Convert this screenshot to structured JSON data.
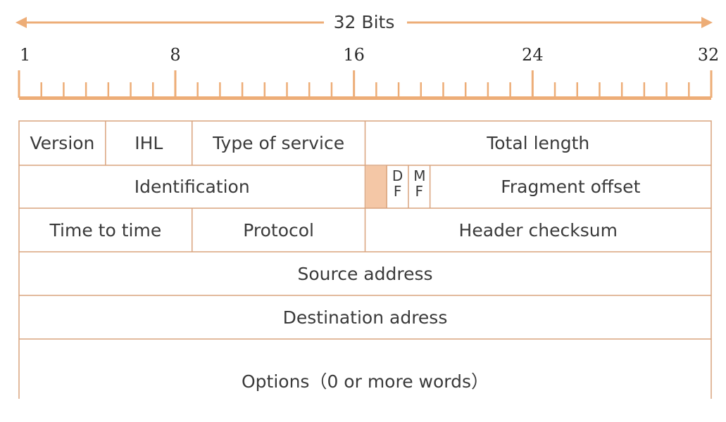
{
  "colors": {
    "accent": "#EDAD77",
    "line": "#D9A37D",
    "text": "#3A3A3A",
    "reserved_fill": "#F4C7A6"
  },
  "header": {
    "width_label": "32 Bits"
  },
  "ruler": {
    "start": 1,
    "end": 32,
    "labels": [
      "1",
      "8",
      "16",
      "24",
      "32"
    ]
  },
  "rows": [
    {
      "fields": [
        {
          "label": "Version",
          "from": 1,
          "to": 4
        },
        {
          "label": "IHL",
          "from": 5,
          "to": 8
        },
        {
          "label": "Type of service",
          "from": 9,
          "to": 16
        },
        {
          "label": "Total length",
          "from": 17,
          "to": 32
        }
      ]
    },
    {
      "fields": [
        {
          "label": "Identification",
          "from": 1,
          "to": 16
        },
        {
          "label": "",
          "from": 17,
          "to": 17,
          "reserved": true
        },
        {
          "label": "D F",
          "from": 18,
          "to": 18,
          "flag": true
        },
        {
          "label": "M F",
          "from": 19,
          "to": 19,
          "flag": true
        },
        {
          "label": "Fragment offset",
          "from": 20,
          "to": 32
        }
      ]
    },
    {
      "fields": [
        {
          "label": "Time to time",
          "from": 1,
          "to": 8
        },
        {
          "label": "Protocol",
          "from": 9,
          "to": 16
        },
        {
          "label": "Header checksum",
          "from": 17,
          "to": 32
        }
      ]
    },
    {
      "fields": [
        {
          "label": "Source address",
          "from": 1,
          "to": 32
        }
      ]
    },
    {
      "fields": [
        {
          "label": "Destination adress",
          "from": 1,
          "to": 32
        }
      ]
    },
    {
      "fields": [
        {
          "label": "Options（0 or more words）",
          "from": 1,
          "to": 32
        }
      ]
    }
  ]
}
